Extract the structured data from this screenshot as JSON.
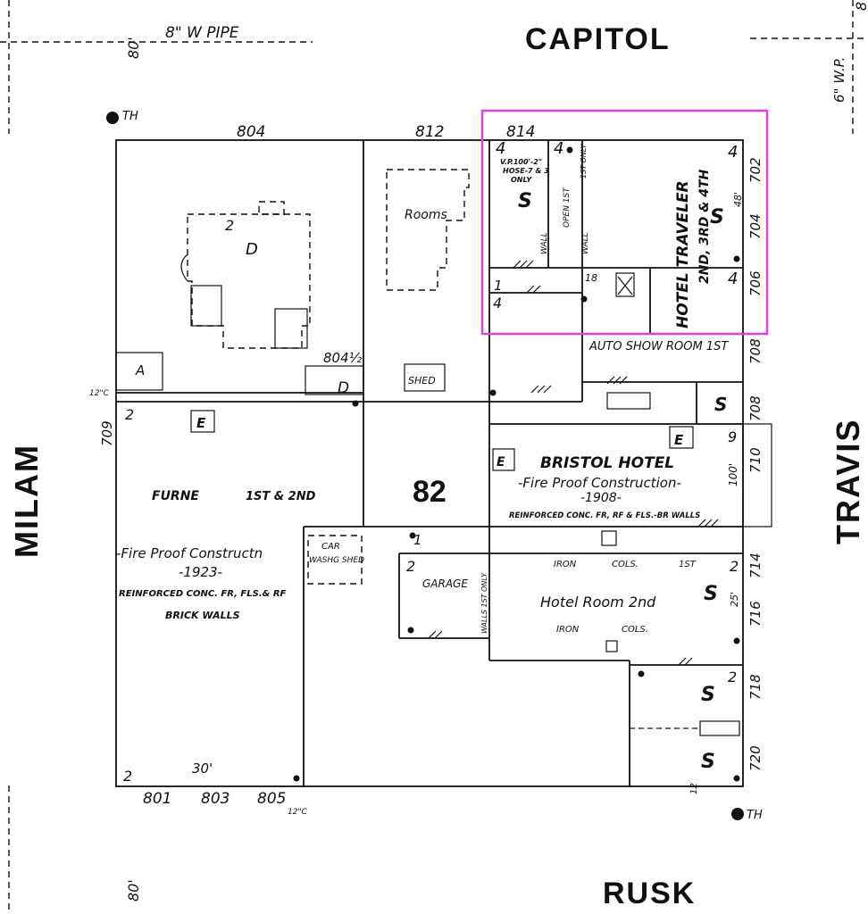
{
  "streets": {
    "north": "CAPITOL",
    "south": "RUSK",
    "west": "MILAM",
    "east": "TRAVIS"
  },
  "block_number": "82",
  "pipes": {
    "north_pipe": "8\" W PIPE",
    "east_pipe": "6\" W.P.",
    "north_width": "80'",
    "south_width": "80'",
    "corner_mark_nw": "8"
  },
  "hydrants": {
    "nw": "TH",
    "se": "TH"
  },
  "addresses": {
    "top_804": "804",
    "top_812": "812",
    "top_814": "814",
    "mid_804_half": "804½",
    "west_709": "709",
    "bottom_801": "801",
    "bottom_803": "803",
    "bottom_805": "805",
    "east_702": "702",
    "east_704": "704",
    "east_706": "706",
    "east_708": "708",
    "east_708b": "708",
    "east_710": "710",
    "east_714": "714",
    "east_716": "716",
    "east_718": "718",
    "east_720": "720"
  },
  "buildings": {
    "dwelling_label": "D",
    "dwelling_story": "2",
    "dwelling_b_label": "D",
    "auto_label": "A",
    "rooms_label": "Rooms",
    "shed_label": "SHED",
    "furniture_label": "FURNE",
    "furniture_floors": "1ST & 2ND",
    "furniture_construction": "-Fire Proof Constructn",
    "furniture_year": "-1923-",
    "furniture_detail1": "REINFORCED CONC. FR, FLS.& RF",
    "furniture_detail2": "BRICK WALLS",
    "furniture_width": "30'",
    "carwash_label1": "CAR",
    "carwash_label2": "WASHG SHED",
    "garage_label": "GARAGE",
    "bristol_name": "BRISTOL HOTEL",
    "bristol_construction": "-Fire Proof Construction-",
    "bristol_year": "-1908-",
    "bristol_detail": "REINFORCED CONC. FR, RF & FLS.-BR WALLS",
    "bristol_depth": "100'",
    "auto_show": "AUTO SHOW ROOM 1ST",
    "hotel_room": "Hotel Room 2nd",
    "iron_cols_1": "IRON",
    "cols_1": "COLS.",
    "iron_cols_2": "IRON",
    "cols_2": "COLS.",
    "first_floor": "1ST",
    "traveler_name": "HOTEL TRAVELER",
    "traveler_floors": "2ND, 3RD & 4TH",
    "traveler_ft": "48'",
    "vp_note1": "V.P.100'-2\"",
    "vp_note2": "HOSE-7 & 3",
    "vp_note3": "ONLY",
    "open_1st": "OPEN 1ST",
    "wall": "WALL",
    "only_1": "1ST ONLY",
    "elevator": "E",
    "sprinkler": "S",
    "story_1": "1",
    "story_2": "2",
    "story_4": "4",
    "story_9": "9",
    "depth_25": "25'",
    "dim_18": "18",
    "dim_12": "12",
    "dim_12c": "12\"C",
    "walls_only": "WALLS 1ST ONLY"
  },
  "highlight": {
    "color": "#e040e0"
  }
}
